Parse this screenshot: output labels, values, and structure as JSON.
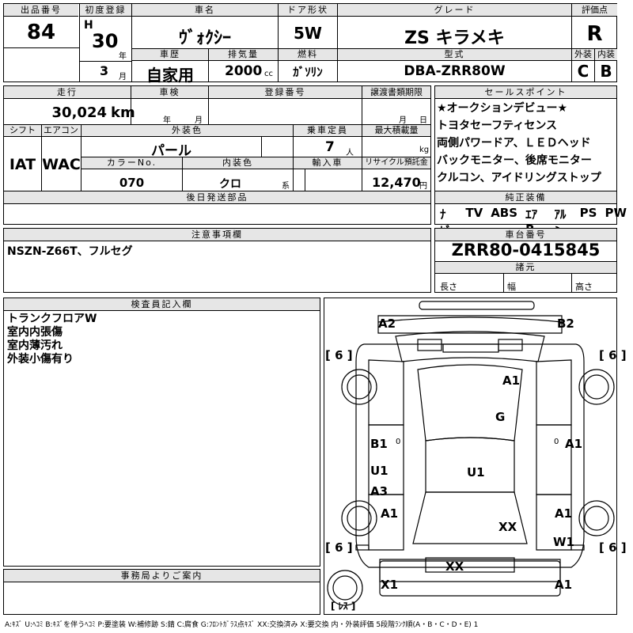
{
  "header": {
    "lot_label": "出品番号",
    "lot_value": "84",
    "first_reg_label": "初度登録",
    "era": "H",
    "year_value": "30",
    "year_unit": "年",
    "month_value": "3",
    "month_unit": "月",
    "car_name_label": "車名",
    "car_name_value": "ｳﾞｫｸｼｰ",
    "door_label": "ドア形状",
    "door_value": "5W",
    "grade_label": "グレード",
    "grade_value": "ZS キラメキ",
    "score_label": "評価点",
    "score_value": "R",
    "history_label": "車歴",
    "history_value": "自家用",
    "displacement_label": "排気量",
    "displacement_value": "2000",
    "displacement_unit": "cc",
    "fuel_label": "燃料",
    "fuel_value": "ｶﾞｿﾘﾝ",
    "model_label": "型式",
    "model_value": "DBA-ZRR80W",
    "exterior_label": "外装",
    "exterior_value": "C",
    "interior_label": "内装",
    "interior_value": "B"
  },
  "row2": {
    "mileage_label": "走行",
    "mileage_value": "30,024",
    "mileage_unit": "km",
    "inspection_label": "車検",
    "inspection_year_unit": "年",
    "inspection_month_unit": "月",
    "plate_label": "登録番号",
    "transfer_label": "譲渡書類期限",
    "transfer_month_unit": "月",
    "transfer_day_unit": "日",
    "shift_label": "シフト",
    "shift_value": "IAT",
    "aircon_label": "エアコン",
    "aircon_value": "WAC",
    "color_label": "外装色",
    "color_value": "パール",
    "capacity_label": "乗車定員",
    "capacity_value": "7",
    "capacity_unit": "人",
    "load_label": "最大積載量",
    "load_unit": "kg",
    "color_no_label": "カラーNo.",
    "color_no_value": "070",
    "int_color_label": "内装色",
    "int_color_value": "クロ",
    "int_color_unit": "系",
    "import_label": "輸入車",
    "recycle_label": "リサイクル預託金",
    "recycle_value": "12,470",
    "recycle_unit": "円",
    "later_parts_label": "後日発送部品"
  },
  "sales_points": {
    "label": "セールスポイント",
    "lines": [
      "★オークションデビュー★",
      "トヨタセーフティセンス",
      "両側パワードア、ＬＥＤヘッド",
      "バックモニター、後席モニター",
      "クルコン、アイドリングストップ"
    ]
  },
  "equipment": {
    "label": "純正装備",
    "items": [
      "ﾅﾋﾞ",
      "TV",
      "ABS",
      "ｴｱB",
      "ｱﾙﾐ",
      "PS",
      "PW"
    ]
  },
  "notes": {
    "label": "注意事項欄",
    "text": "NSZN-Z66T、フルセグ"
  },
  "chassis": {
    "label": "車台番号",
    "value": "ZRR80-0415845",
    "dims_label": "諸元",
    "length_label": "長さ",
    "width_label": "幅",
    "height_label": "高さ"
  },
  "inspector": {
    "label": "検査員記入欄",
    "lines": [
      "トランクフロアW",
      "室内内張傷",
      "室内薄汚れ",
      "外装小傷有り"
    ]
  },
  "office": {
    "label": "事務局よりご案内"
  },
  "diagram": {
    "marks": {
      "a2": "A2",
      "b2": "B2",
      "tire_fl": "[ 6 ]",
      "tire_fr": "[ 6 ]",
      "tire_rl": "[ 6 ]",
      "tire_rr": "[ 6 ]",
      "roof": "A1",
      "glass": "G",
      "left_front_door": "B1",
      "right_front_door": "A1",
      "left_rocker": "U1",
      "floor": "U1",
      "left_rear_door": "A3",
      "left_quarter": "A1",
      "right_quarter": "A1",
      "rear_glass": "XX",
      "right_rear": "W1",
      "rear_panel": "XX",
      "rear_left": "X1",
      "rear_right": "A1",
      "spare": "[ ﾚｽ ]",
      "small_zero_l": "0",
      "small_zero_r": "0"
    }
  },
  "legend": "A:ｷｽﾞ U:ﾍｺﾐ B:ｷｽﾞを伴うﾍｺﾐ P:要塗装 W:補修跡 S:錆 C:腐食 G:ﾌﾛﾝﾄｶﾞﾗｽ点ｷｽﾞ XX:交換済み X:要交換 内・外装評価 5段階ﾗﾝｸ順(A・B・C・D・E) 1"
}
